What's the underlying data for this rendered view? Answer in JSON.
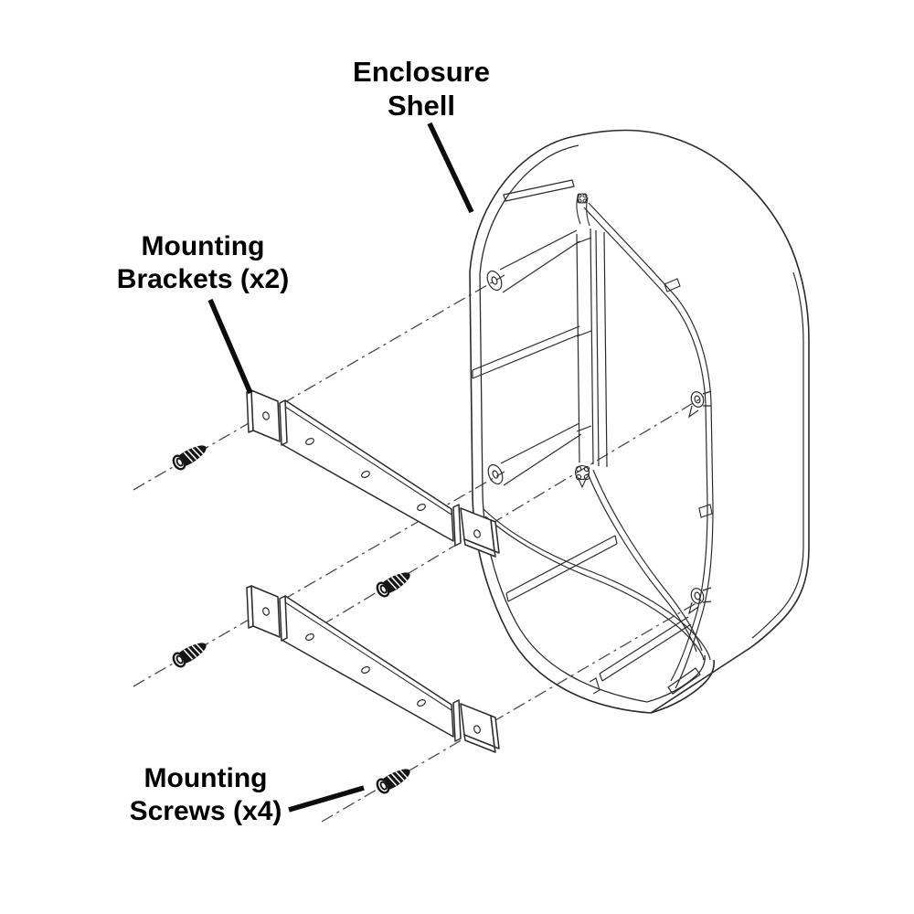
{
  "page": {
    "background": "#ffffff"
  },
  "diagram": {
    "type": "exploded-assembly-diagram",
    "line_color": "#2b2b2b",
    "centerline_color": "#4a4a4a",
    "labels": {
      "enclosure_shell": {
        "line1": "Enclosure",
        "line2": "Shell"
      },
      "mounting_brackets": {
        "line1": "Mounting",
        "line2": "Brackets (x2)"
      },
      "mounting_screws": {
        "line1": "Mounting",
        "line2": "Screws (x4)"
      }
    },
    "parts": [
      {
        "name": "Enclosure Shell",
        "quantity": 1
      },
      {
        "name": "Mounting Brackets",
        "quantity": 2
      },
      {
        "name": "Mounting Screws",
        "quantity": 4
      }
    ]
  }
}
